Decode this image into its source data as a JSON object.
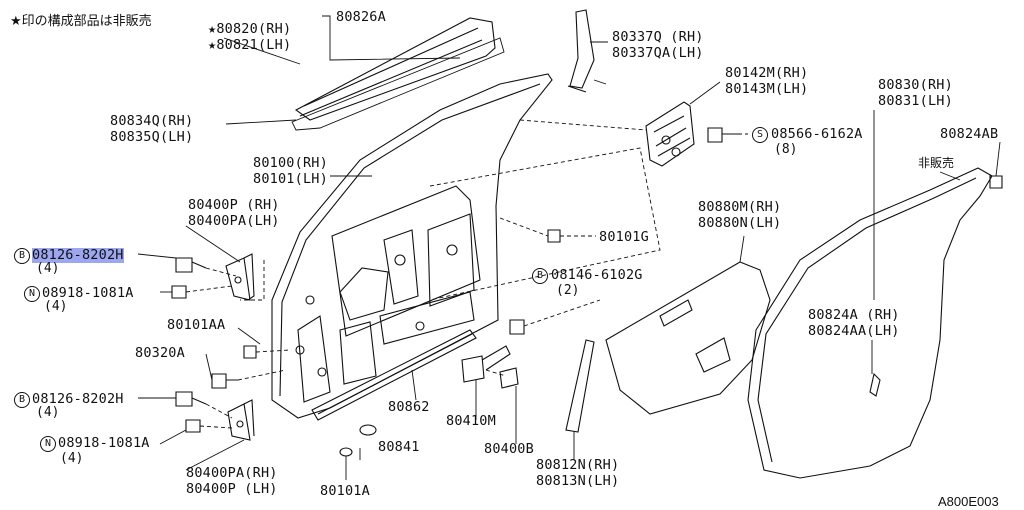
{
  "note": "★印の構成部品は非販売",
  "figure_code": "A800E003",
  "non_sale": "非販売",
  "prefix": {
    "B": "B",
    "N": "N",
    "S": "S"
  },
  "labels": {
    "p80820": "★80820(RH)",
    "p80821": "★80821(LH)",
    "p80826A": "80826A",
    "p80337Q": "80337Q (RH)",
    "p80337QA": "80337QA(LH)",
    "p80142M": "80142M(RH)",
    "p80143M": "80143M(LH)",
    "p80830": "80830(RH)",
    "p80831": "80831(LH)",
    "p80834Q": "80834Q(RH)",
    "p80835Q": "80835Q(LH)",
    "p08566": "08566-6162A",
    "q08566": "(8)",
    "p80824AB": "80824AB",
    "p80100": "80100(RH)",
    "p80101": "80101(LH)",
    "p80400P": "80400P (RH)",
    "p80400PA": "80400PA(LH)",
    "p08126a": "08126-8202H",
    "q08126a": "(4)",
    "p08918a": "08918-1081A",
    "q08918a": "(4)",
    "p80101G": "80101G",
    "p80880M": "80880M(RH)",
    "p80880N": "80880N(LH)",
    "p08146": "08146-6102G",
    "q08146": "(2)",
    "p80101AA": "80101AA",
    "p80320A": "80320A",
    "p08126b": "08126-8202H",
    "q08126b": "(4)",
    "p08918b": "08918-1081A",
    "q08918b": "(4)",
    "p80862": "80862",
    "p80410M": "80410M",
    "p80841": "80841",
    "p80400B": "80400B",
    "p80824A": "80824A (RH)",
    "p80824AA": "80824AA(LH)",
    "p80400PA2": "80400PA(RH)",
    "p80400P2": "80400P (LH)",
    "p80812N": "80812N(RH)",
    "p80813N": "80813N(LH)",
    "p80101A": "80101A"
  }
}
